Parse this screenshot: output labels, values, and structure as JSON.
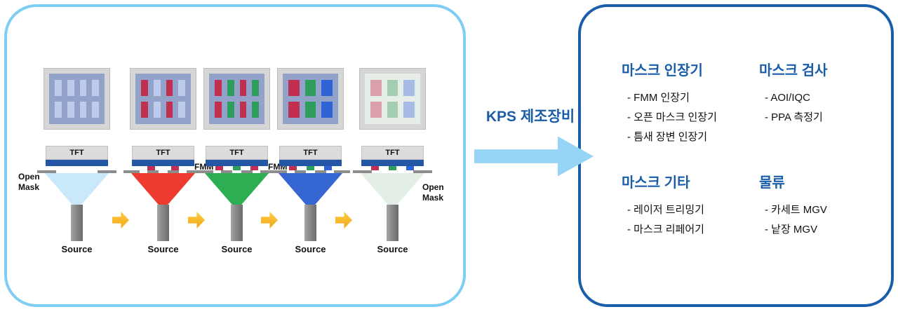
{
  "palette": {
    "red": "#C13050",
    "green": "#2E9E5C",
    "blue": "#2E63D6",
    "blank": "#BFCBEA",
    "pale_red": "#DB9FAC",
    "pale_green": "#A5CDB3",
    "pale_blue": "#A6BCE6"
  },
  "left_panel": {
    "border_color": "#7ECDF4",
    "stages": [
      {
        "name": "open-mask-deposition",
        "tft_label": "TFT",
        "source_label": "Source",
        "mask_label": "Open Mask",
        "mask_label_side": "left",
        "mask_type": "open",
        "panel_bg": "#93A2C8",
        "grid_cols": 4,
        "cells": [
          "blank",
          "blank",
          "blank",
          "blank",
          "blank",
          "blank",
          "blank",
          "blank"
        ],
        "deposits": [],
        "cone_color": "#C9E9FB"
      },
      {
        "name": "red-fmm-deposition",
        "tft_label": "TFT",
        "source_label": "Source",
        "mask_label": "FMM",
        "mask_label_side": "right",
        "mask_type": "fmm",
        "panel_bg": "#93A2C8",
        "grid_cols": 4,
        "cells": [
          "red",
          "blank",
          "red",
          "blank",
          "red",
          "blank",
          "red",
          "blank"
        ],
        "deposits": [
          "red",
          "red"
        ],
        "cone_color": "#EE3B31"
      },
      {
        "name": "green-fmm-deposition",
        "tft_label": "TFT",
        "source_label": "Source",
        "mask_label": "FMM",
        "mask_label_side": "right",
        "mask_type": "fmm",
        "panel_bg": "#93A2C8",
        "grid_cols": 4,
        "cells": [
          "red",
          "green",
          "red",
          "green",
          "red",
          "green",
          "red",
          "green"
        ],
        "deposits": [
          "red",
          "green",
          "red"
        ],
        "cone_color": "#2EAE52"
      },
      {
        "name": "blue-fmm-deposition",
        "tft_label": "TFT",
        "source_label": "Source",
        "mask_label": "",
        "mask_label_side": "none",
        "mask_type": "fmm",
        "panel_bg": "#93A2C8",
        "grid_cols": 3,
        "cells": [
          "red",
          "green",
          "blue",
          "red",
          "green",
          "blue"
        ],
        "deposits": [
          "red",
          "green",
          "blue"
        ],
        "cone_color": "#3566D2"
      },
      {
        "name": "final-open-mask-deposition",
        "tft_label": "TFT",
        "source_label": "Source",
        "mask_label": "Open Mask",
        "mask_label_side": "right",
        "mask_type": "open",
        "panel_bg": "#E7EEE7",
        "grid_cols": 3,
        "cells": [
          "pale_red",
          "pale_green",
          "pale_blue",
          "pale_red",
          "pale_green",
          "pale_blue"
        ],
        "deposits": [
          "red",
          "green",
          "blue"
        ],
        "cone_color": "#E3EFE5"
      }
    ]
  },
  "center": {
    "label": "KPS 제조장비",
    "label_color": "#1A5DA8",
    "arrow_color": "#97D5F6"
  },
  "right_panel": {
    "border_color": "#1A5DA8",
    "sections": [
      {
        "title": "마스크 인장기",
        "items": [
          "- FMM 인장기",
          "- 오픈 마스크 인장기",
          "- 틈새 장변 인장기"
        ]
      },
      {
        "title": "마스크 검사",
        "items": [
          "- AOI/IQC",
          "- PPA 측정기"
        ]
      },
      {
        "title": "마스크 기타",
        "items": [
          "- 레이저 트리밍기",
          "- 마스크 리페어기"
        ]
      },
      {
        "title": "물류",
        "items": [
          "- 카세트 MGV",
          "- 낱장 MGV"
        ]
      }
    ]
  }
}
